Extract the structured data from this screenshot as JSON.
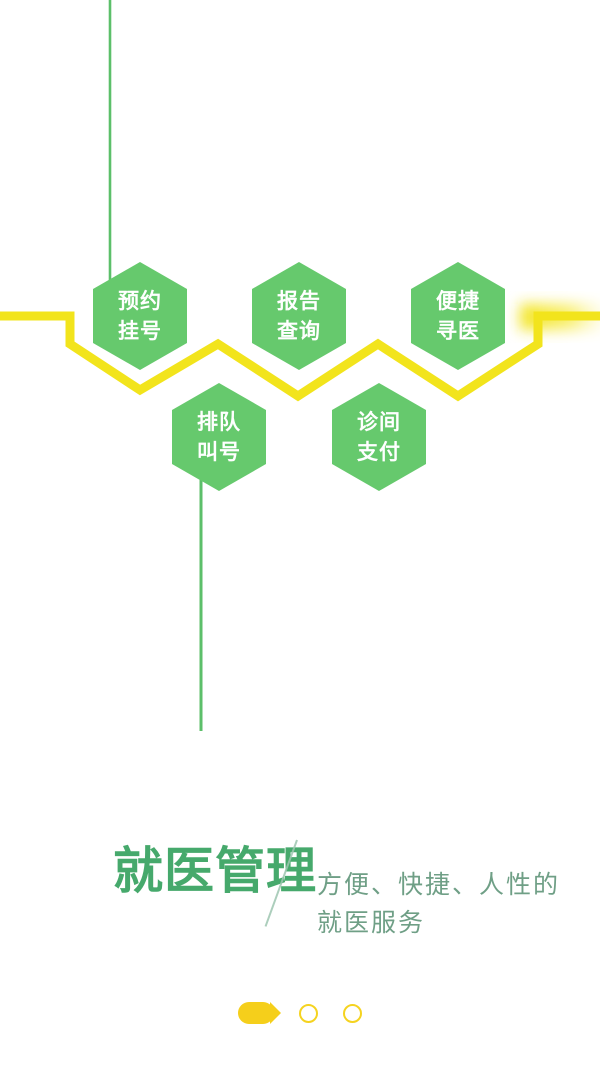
{
  "screen": {
    "name": "就医管理",
    "background_color": "#ffffff"
  },
  "colors": {
    "hex_green": "#66c96d",
    "line_green": "#5cbf6a",
    "accent_yellow": "#f2e41c",
    "pager_yellow": "#f5cf1b",
    "title_green": "#46a96c",
    "subtitle_green": "#6f9f86"
  },
  "honeycomb": {
    "nodes": [
      {
        "id": "appointment",
        "line1": "预约",
        "line2": "挂号",
        "row": "top"
      },
      {
        "id": "report-query",
        "line1": "报告",
        "line2": "查询",
        "row": "top"
      },
      {
        "id": "easy-doctor",
        "line1": "便捷",
        "line2": "寻医",
        "row": "top"
      },
      {
        "id": "queue-call",
        "line1": "排队",
        "line2": "叫号",
        "row": "bottom"
      },
      {
        "id": "clinic-pay",
        "line1": "诊间",
        "line2": "支付",
        "row": "bottom"
      }
    ]
  },
  "caption": {
    "title": "就医管理",
    "subtitle_line_1": "方便、快捷、人性的",
    "subtitle_line_2": "就医服务"
  },
  "pager": {
    "total": 3,
    "active_index": 1,
    "items": [
      {
        "label": "1",
        "state": "active"
      },
      {
        "label": "2",
        "state": "inactive"
      },
      {
        "label": "3",
        "state": "inactive"
      }
    ]
  }
}
